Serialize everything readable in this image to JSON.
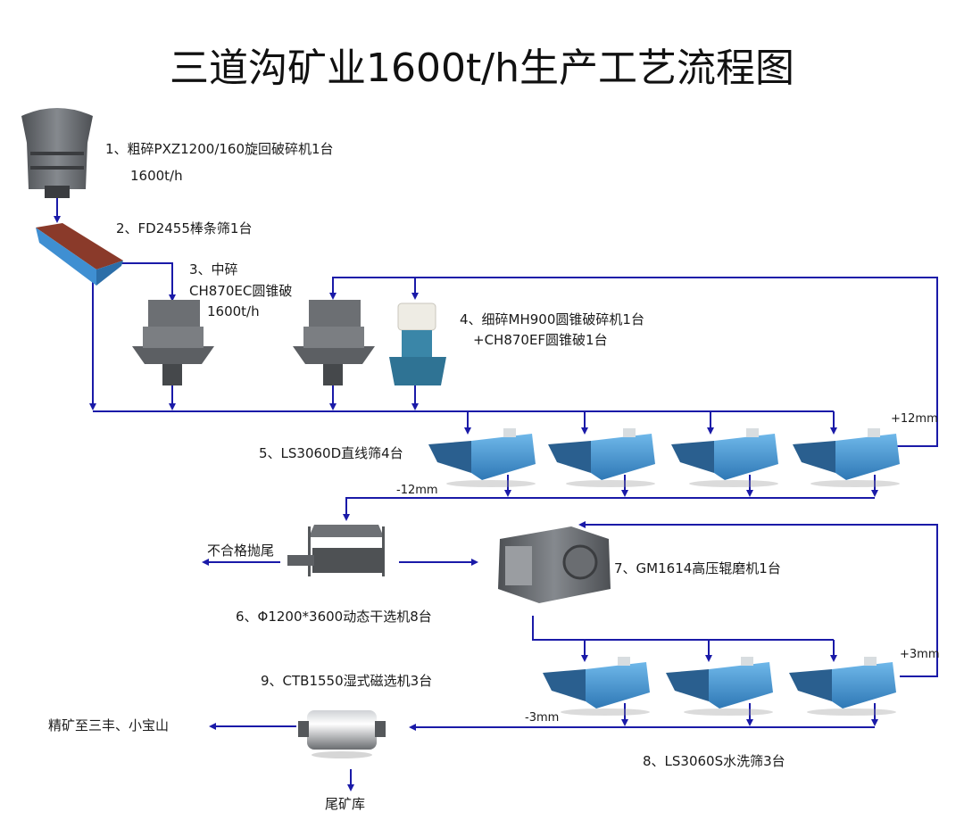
{
  "title": "三道沟矿业1600t/h生产工艺流程图",
  "colors": {
    "flow_line": "#1a1aa8",
    "screen_blue": "#4a9fd8",
    "screen_dark": "#2c5e8a",
    "machine_gray": "#6f7276",
    "feeder_red": "#8a3a2a"
  },
  "steps": [
    {
      "id": 1,
      "label": "1、粗碎PXZ1200/160旋回破碎机1台",
      "sub": "1600t/h",
      "icon": "gyratory-crusher-icon"
    },
    {
      "id": 2,
      "label": "2、FD2455棒条筛1台",
      "icon": "grizzly-feeder-icon"
    },
    {
      "id": 3,
      "label": "3、中碎",
      "model": "CH870EC圆锥破",
      "sub": "1600t/h",
      "icon": "cone-crusher-icon"
    },
    {
      "id": 4,
      "label": "4、细碎MH900圆锥破碎机1台",
      "sub": "+CH870EF圆锥破1台",
      "icon": "cone-crusher-icon"
    },
    {
      "id": 5,
      "label": "5、LS3060D直线筛4台",
      "icon": "linear-screen-icon"
    },
    {
      "id": 6,
      "label": "6、Φ1200*3600动态干选机8台",
      "icon": "dry-separator-icon"
    },
    {
      "id": 7,
      "label": "7、GM1614高压辊磨机1台",
      "icon": "hpgr-icon"
    },
    {
      "id": 8,
      "label": "8、LS3060S水洗筛3台",
      "icon": "wash-screen-icon"
    },
    {
      "id": 9,
      "label": "9、CTB1550湿式磁选机3台",
      "icon": "magnetic-separator-icon"
    }
  ],
  "flow_labels": {
    "plus12": "+12mm",
    "minus12": "-12mm",
    "plus3": "+3mm",
    "minus3": "-3mm",
    "reject": "不合格抛尾",
    "concentrate": "精矿至三丰、小宝山",
    "tailings": "尾矿库"
  }
}
